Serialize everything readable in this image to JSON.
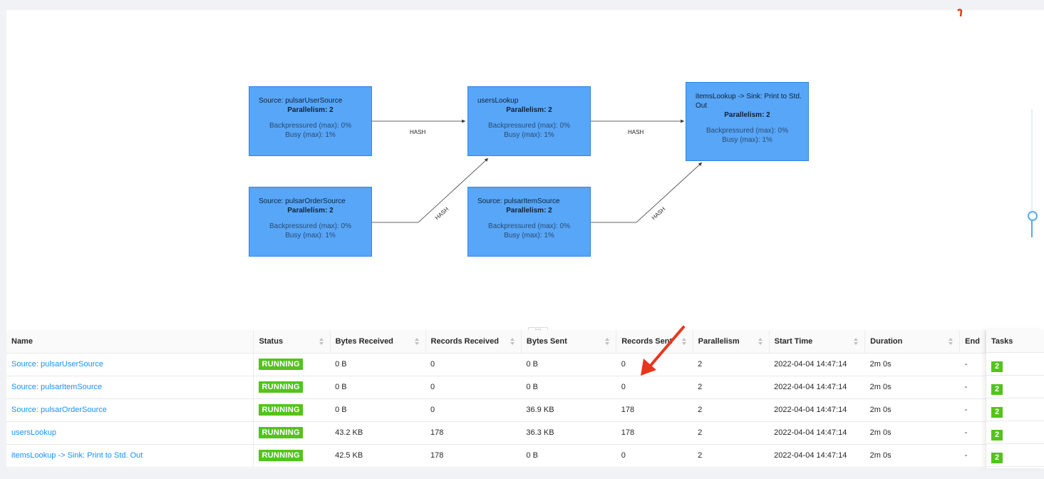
{
  "graph": {
    "nodes": [
      {
        "id": "n1",
        "title": "Source: pulsarUserSource",
        "parallelism": "Parallelism: 2",
        "backpressured": "Backpressured (max): 0%",
        "busy": "Busy (max): 1%"
      },
      {
        "id": "n2",
        "title": "usersLookup",
        "parallelism": "Parallelism: 2",
        "backpressured": "Backpressured (max): 0%",
        "busy": "Busy (max): 1%"
      },
      {
        "id": "n3",
        "title": "itemsLookup -> Sink: Print to Std. Out",
        "parallelism": "Parallelism: 2",
        "backpressured": "Backpressured (max): 0%",
        "busy": "Busy (max): 1%"
      },
      {
        "id": "n4",
        "title": "Source: pulsarOrderSource",
        "parallelism": "Parallelism: 2",
        "backpressured": "Backpressured (max): 0%",
        "busy": "Busy (max): 1%"
      },
      {
        "id": "n5",
        "title": "Source: pulsarItemSource",
        "parallelism": "Parallelism: 2",
        "backpressured": "Backpressured (max): 0%",
        "busy": "Busy (max): 1%"
      }
    ],
    "edges": [
      {
        "label": "HASH"
      },
      {
        "label": "HASH"
      },
      {
        "label": "HASH"
      },
      {
        "label": "HASH"
      }
    ]
  },
  "table": {
    "columns": [
      "Name",
      "Status",
      "Bytes Received",
      "Records Received",
      "Bytes Sent",
      "Records Sent",
      "Parallelism",
      "Start Time",
      "Duration",
      "End"
    ],
    "rows": [
      {
        "name": "Source: pulsarUserSource",
        "status": "RUNNING",
        "bytes_received": "0 B",
        "records_received": "0",
        "bytes_sent": "0 B",
        "records_sent": "0",
        "parallelism": "2",
        "start_time": "2022-04-04 14:47:14",
        "duration": "2m 0s",
        "end": "-",
        "tasks": "2"
      },
      {
        "name": "Source: pulsarItemSource",
        "status": "RUNNING",
        "bytes_received": "0 B",
        "records_received": "0",
        "bytes_sent": "0 B",
        "records_sent": "0",
        "parallelism": "2",
        "start_time": "2022-04-04 14:47:14",
        "duration": "2m 0s",
        "end": "-",
        "tasks": "2"
      },
      {
        "name": "Source: pulsarOrderSource",
        "status": "RUNNING",
        "bytes_received": "0 B",
        "records_received": "0",
        "bytes_sent": "36.9 KB",
        "records_sent": "178",
        "parallelism": "2",
        "start_time": "2022-04-04 14:47:14",
        "duration": "2m 0s",
        "end": "-",
        "tasks": "2"
      },
      {
        "name": "usersLookup",
        "status": "RUNNING",
        "bytes_received": "43.2 KB",
        "records_received": "178",
        "bytes_sent": "36.3 KB",
        "records_sent": "178",
        "parallelism": "2",
        "start_time": "2022-04-04 14:47:14",
        "duration": "2m 0s",
        "end": "-",
        "tasks": "2"
      },
      {
        "name": "itemsLookup -> Sink: Print to Std. Out",
        "status": "RUNNING",
        "bytes_received": "42.5 KB",
        "records_received": "178",
        "bytes_sent": "0 B",
        "records_sent": "0",
        "parallelism": "2",
        "start_time": "2022-04-04 14:47:14",
        "duration": "2m 0s",
        "end": "-",
        "tasks": "2"
      }
    ],
    "tasks_header": "Tasks"
  },
  "colors": {
    "node_fill": "#58a6f8",
    "running": "#52c41a",
    "link": "#1890ff",
    "annotation": "#e8361e"
  },
  "splitter": {
    "horizontal": "⋯",
    "vertical": "⋮"
  }
}
